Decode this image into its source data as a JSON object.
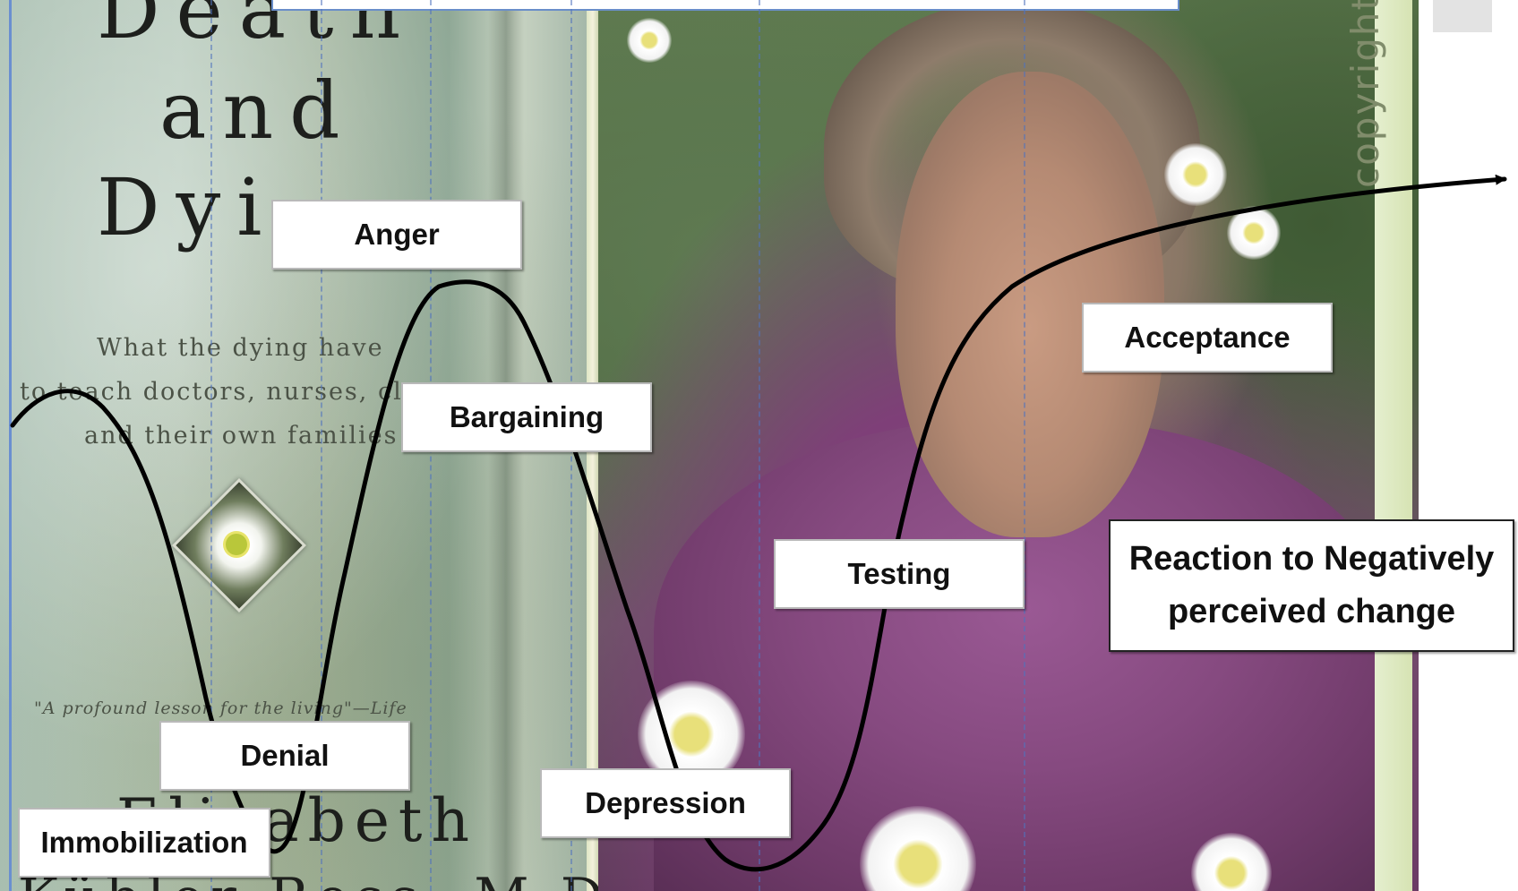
{
  "book": {
    "title_line1": "Death",
    "title_line2": "and",
    "title_line3": "Dyi",
    "subtitle_line1": "What the dying have",
    "subtitle_line2": "to teach doctors, nurses, cl",
    "subtitle_line3": "and their own families",
    "quote": "\"A profound lesson for the living\"—Life",
    "author_line1": "Elisabeth",
    "author_line2": "Kübler-Ross, M.D."
  },
  "photo": {
    "copyright_text": "copyright Ken"
  },
  "diagram": {
    "stages": [
      {
        "name": "Immobilization"
      },
      {
        "name": "Denial"
      },
      {
        "name": "Anger"
      },
      {
        "name": "Bargaining"
      },
      {
        "name": "Depression"
      },
      {
        "name": "Testing"
      },
      {
        "name": "Acceptance"
      }
    ],
    "caption_line1": "Reaction to Negatively",
    "caption_line2": "perceived change",
    "curve_color": "#000000",
    "guide_color": "#5073be"
  }
}
